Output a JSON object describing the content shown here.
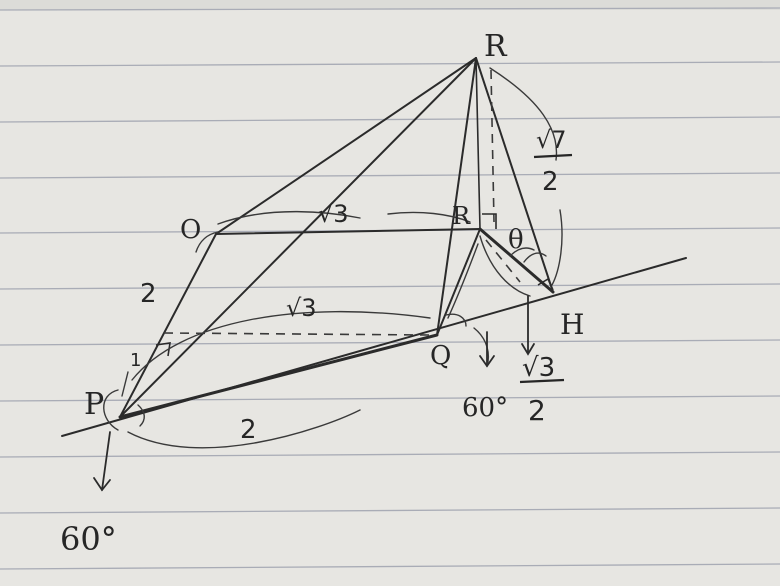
{
  "colors": {
    "paper": "#e7e6e2",
    "rule_line": "#a9acb6",
    "pencil": "#2b2b2b",
    "arc": "#3a3a3a"
  },
  "vertices": {
    "R": "R",
    "O": "O",
    "P": "P",
    "Q": "Q",
    "H": "H",
    "foot": "R"
  },
  "lengths": {
    "OP": "2",
    "PQ": "2",
    "OR": "√3",
    "PR": "√3",
    "RH_num": "√7",
    "RH_den": "2",
    "QH_num": "√3",
    "QH_den": "2"
  },
  "angles": {
    "theta": "θ",
    "P_angle": "60°",
    "Q_angle": "60°",
    "small_one": "1"
  }
}
